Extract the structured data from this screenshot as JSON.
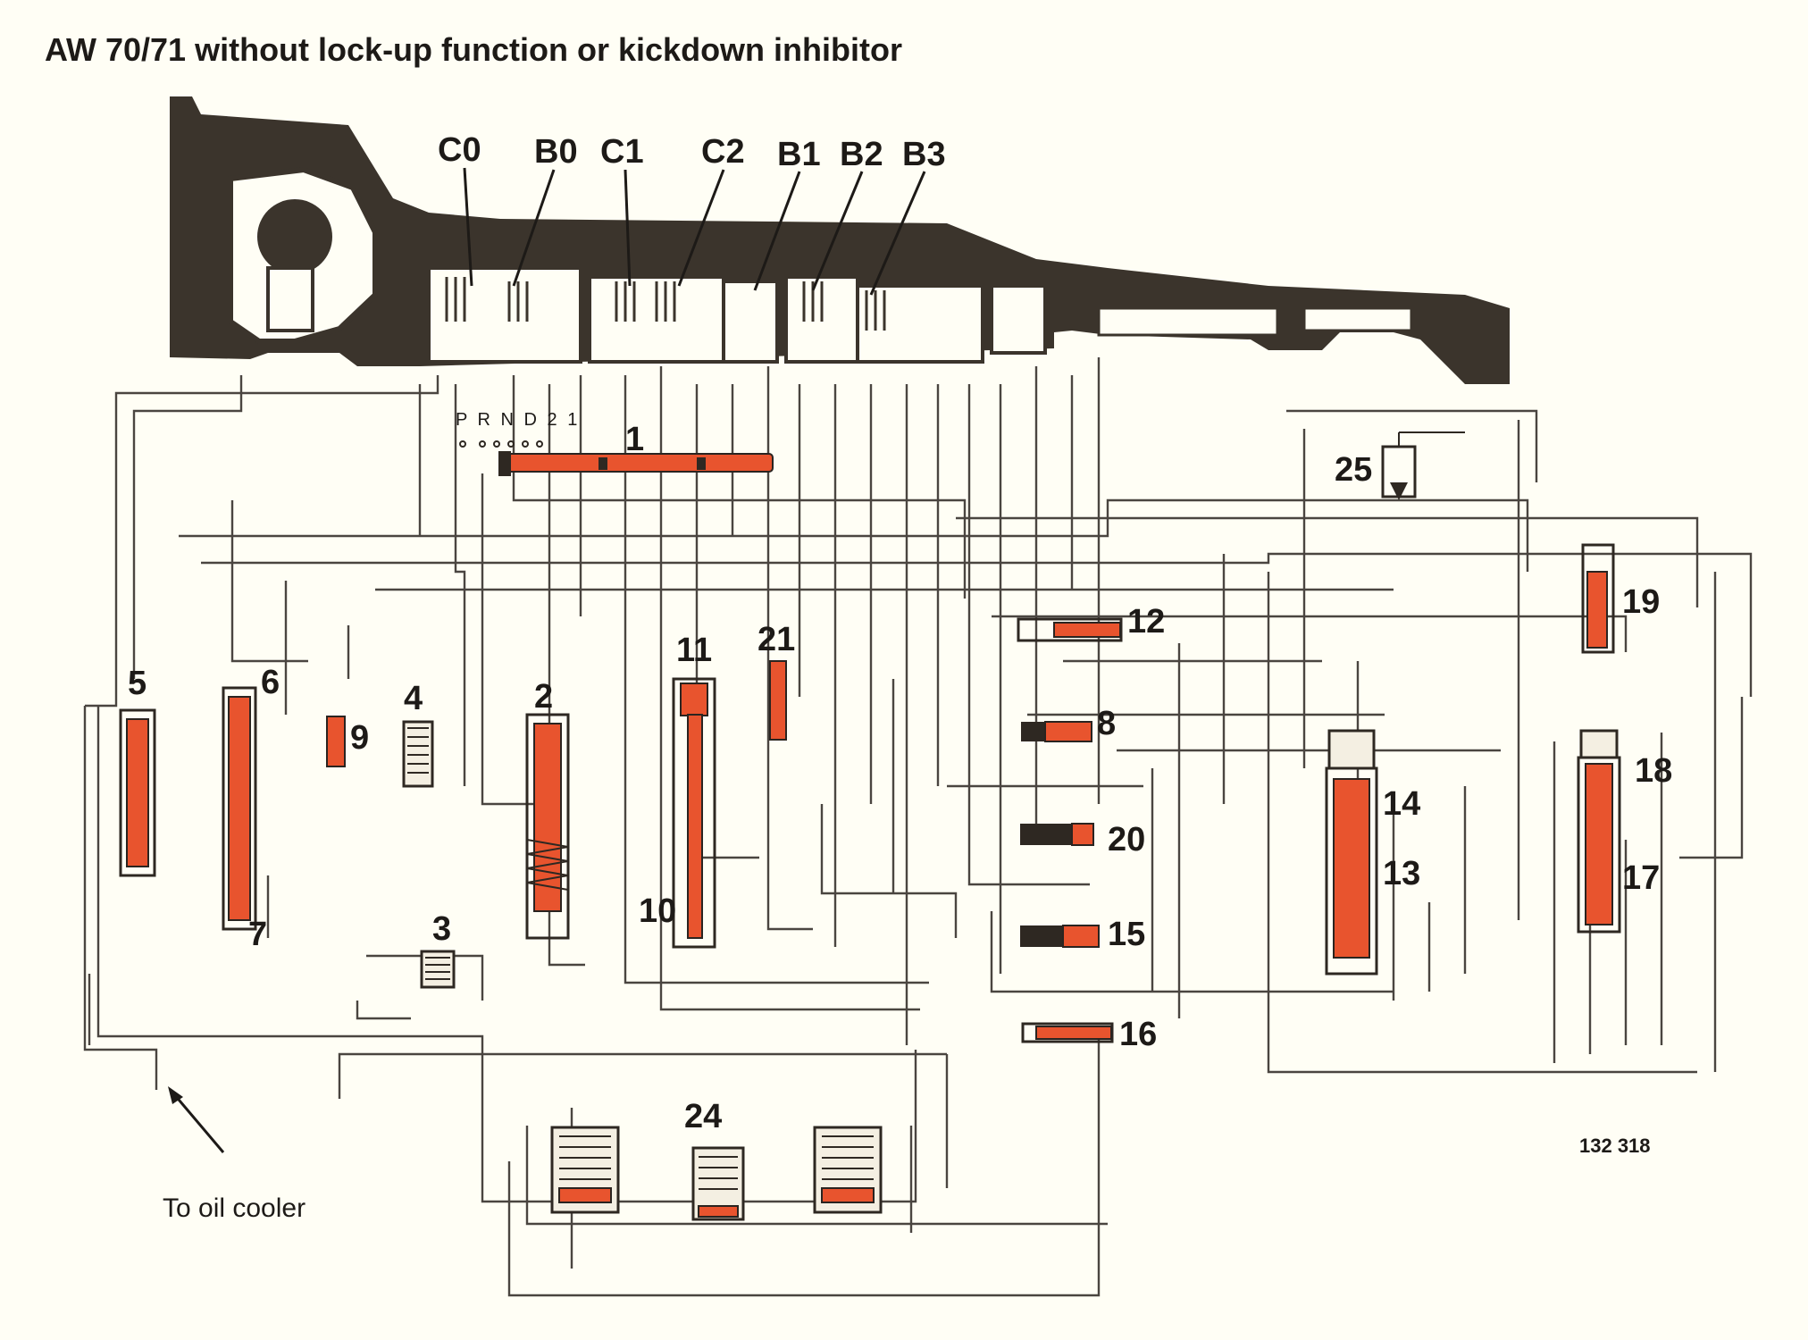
{
  "title": "AW 70/71 without lock-up function or kickdown inhibitor",
  "clutch_labels": [
    "C0",
    "B0",
    "C1",
    "C2",
    "B1",
    "B2",
    "B3"
  ],
  "selector_positions": "P R N D 2 1",
  "component_numbers": [
    "1",
    "2",
    "3",
    "4",
    "5",
    "6",
    "7",
    "8",
    "9",
    "10",
    "11",
    "12",
    "13",
    "14",
    "15",
    "16",
    "17",
    "18",
    "19",
    "20",
    "21",
    "24",
    "25"
  ],
  "note": "To oil cooler",
  "figure_number": "132 318",
  "colors": {
    "valve": "#e8542e",
    "housing": "#3b342c",
    "lines": "#4a4540",
    "background": "#fffef5"
  }
}
